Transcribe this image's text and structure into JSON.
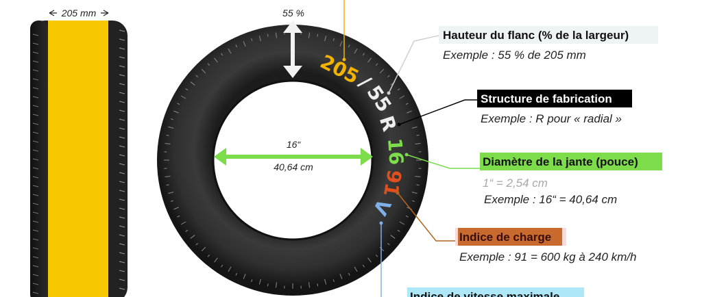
{
  "width_label": "205 mm",
  "sidewall_percent_label": "55 %",
  "rim_inch_label": "16“",
  "rim_cm_label": "40,64 cm",
  "tire_code": {
    "width": "205",
    "slash": "/",
    "ratio": "55",
    "structure": "R",
    "rim": "16",
    "load": "91",
    "speed": "V"
  },
  "annotations": {
    "sidewall": {
      "title": "Hauteur du flanc (% de la largeur)",
      "example": "Exemple : 55 % de 205 mm"
    },
    "structure": {
      "title": "Structure de fabrication",
      "example": "Exemple : R pour « radial »"
    },
    "rim": {
      "title": "Diamètre de la jante (pouce)",
      "conversion": "1“ = 2,54 cm",
      "example": "Exemple : 16“ = 40,64 cm"
    },
    "load": {
      "title": "Indice de charge",
      "example": "Exemple : 91 = 600 kg à 240 km/h"
    },
    "speed": {
      "title": "Indice de vitesse maximale"
    }
  },
  "colors": {
    "tire": "#2b2b2b",
    "tread_band": "#f7c800",
    "width_code": "#f2b200",
    "rim_green": "#7ddc4a",
    "load_brown": "#b5651d",
    "speed_blue": "#7fb0e8",
    "label_black_bg": "#000000",
    "label_light_bg": "#eef4f6"
  }
}
